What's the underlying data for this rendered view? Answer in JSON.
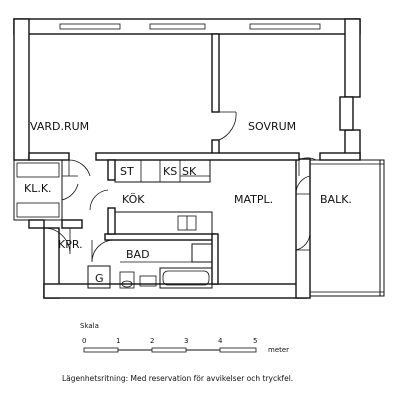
{
  "rooms": {
    "vardrum": "VARD.RUM",
    "sovrum": "SOVRUM",
    "klk": "KL.K.",
    "kok": "KÖK",
    "matpl": "MATPL.",
    "balk": "BALK.",
    "kpr": "KPR.",
    "bad": "BAD",
    "g": "G"
  },
  "fixtures": {
    "st": "ST",
    "ks": "KS",
    "sk": "SK"
  },
  "scale": {
    "title": "Skala",
    "ticks": [
      "0",
      "1",
      "2",
      "3",
      "4",
      "5"
    ],
    "unit": "meter"
  },
  "caption": "Lägenhetsritning: Med reservation för avvikelser och tryckfel."
}
